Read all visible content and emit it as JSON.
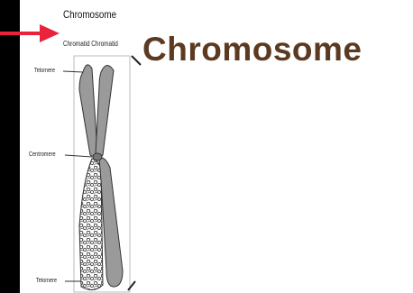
{
  "heading": "Chromosome",
  "title": "Chromosome",
  "chromatids_label": "Chromatid Chromatid",
  "labels": {
    "top": "Telomere",
    "middle": "Centromere",
    "bottom": "Telomere"
  },
  "colors": {
    "title": "#5c3a21",
    "arrow": "#e8233b",
    "chromatid_fill": "#9a9a9a",
    "background_bar": "#000000"
  },
  "icons": [
    "red-arrow-icon"
  ]
}
